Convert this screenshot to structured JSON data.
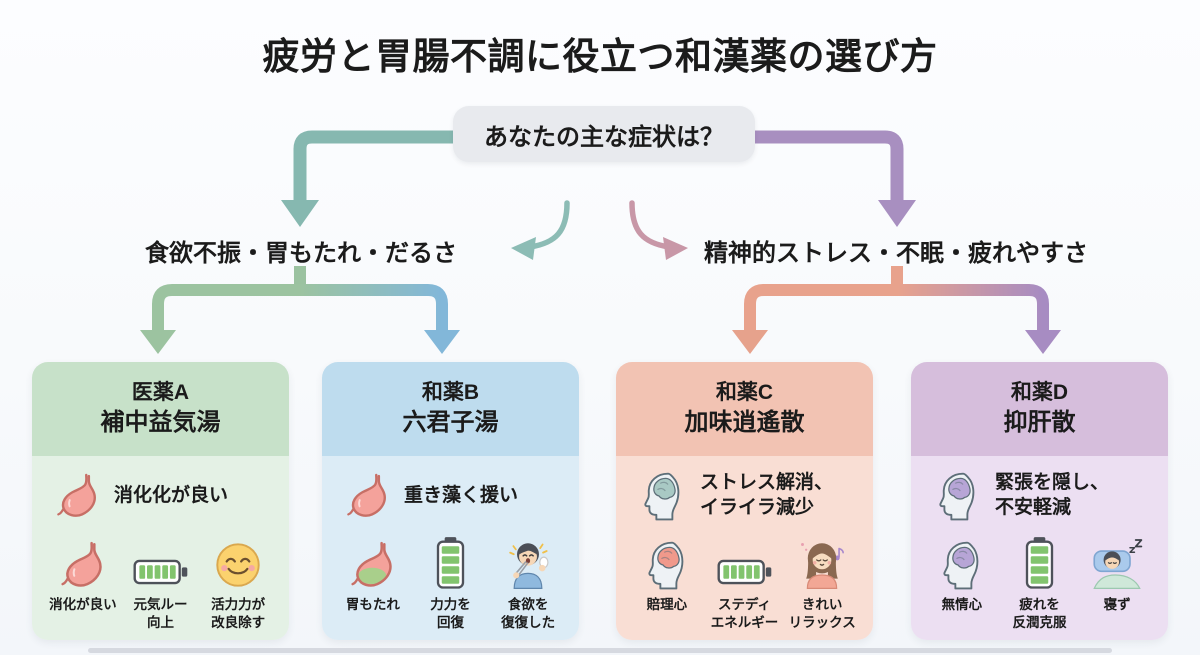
{
  "title": "疲労と胃腸不調に役立つ和漢薬の選び方",
  "root_question": "あなたの主な症状は？",
  "branches": {
    "left": {
      "label": "食欲不振・胃もたれ・だるさ",
      "arrow_color": "#86b8b0"
    },
    "right": {
      "label": "精神的ストレス・不眠・疲れやすさ",
      "arrow_color": "#a88fc0"
    }
  },
  "colors": {
    "background": "#f8fafc",
    "question_box": "#e8eaee",
    "teal_arrow": "#86b8b0",
    "purple_arrow": "#a88fc0",
    "green_arrow": "#9cc3a0",
    "blue_arrow": "#82b7d9",
    "salmon_arrow": "#e8a28c",
    "violet_arrow": "#a78cc2",
    "battery_green": "#82c46e"
  },
  "cards": [
    {
      "title_line1": "医薬A",
      "title_line2": "補中益気湯",
      "header_color": "#c7e1c9",
      "body_color": "#e4f1e5",
      "feature": {
        "icon": "stomach-icon",
        "text": "消化化が良い"
      },
      "items": [
        {
          "icon": "stomach-icon",
          "label": "消化が良い"
        },
        {
          "icon": "battery-horizontal-icon",
          "label": "元気ルー\n向上"
        },
        {
          "icon": "smiley-face-icon",
          "label": "活力力が\n改良除す"
        }
      ]
    },
    {
      "title_line1": "和薬B",
      "title_line2": "六君子湯",
      "header_color": "#bedcee",
      "body_color": "#dcecf6",
      "feature": {
        "icon": "stomach-icon",
        "text": "重き藻く援い"
      },
      "items": [
        {
          "icon": "stomach-full-icon",
          "label": "胃もたれ"
        },
        {
          "icon": "battery-vertical-icon",
          "label": "力力を\n回復"
        },
        {
          "icon": "eating-person-icon",
          "label": "食欲を\n復復した"
        }
      ]
    },
    {
      "title_line1": "和薬C",
      "title_line2": "加味逍遙散",
      "header_color": "#f2c3b3",
      "body_color": "#f9ded4",
      "feature": {
        "icon": "brain-head-icon",
        "text": "ストレス解消、\nイライラ減少"
      },
      "items": [
        {
          "icon": "brain-head-icon",
          "label": "賠理心"
        },
        {
          "icon": "battery-horizontal-icon",
          "label": "ステディ\nエネルギー"
        },
        {
          "icon": "relaxed-woman-icon",
          "label": "きれい\nリラックス"
        }
      ]
    },
    {
      "title_line1": "和薬D",
      "title_line2": "抑肝散",
      "header_color": "#d6bedc",
      "body_color": "#ecdff2",
      "feature": {
        "icon": "brain-head-icon",
        "text": "緊張を隠し、\n不安軽減"
      },
      "items": [
        {
          "icon": "brain-head-icon",
          "label": "無情心"
        },
        {
          "icon": "battery-vertical-icon",
          "label": "疲れを\n反潤克服"
        },
        {
          "icon": "sleeping-person-icon",
          "label": "寝ず"
        }
      ]
    }
  ]
}
